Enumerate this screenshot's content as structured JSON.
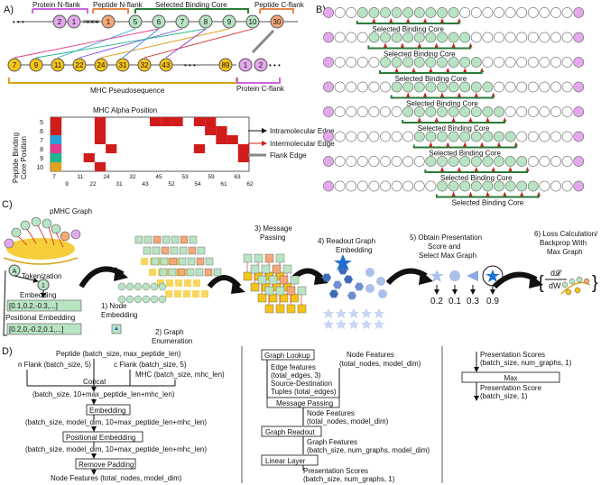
{
  "panels": {
    "a": "A)",
    "b": "B)",
    "c": "C)",
    "d": "D)"
  },
  "panel_a": {
    "protein_n_flank": "Protein N-flank",
    "peptide_n_flank": "Peptide N-flank",
    "selected_binding_core": "Selected Binding Core",
    "peptide_c_flank": "Peptide C-flank",
    "protein_c_flank": "Protein C-flank",
    "mhc_pseudosequence": "MHC Pseudosequence",
    "nodes_pink": [
      "2",
      "1"
    ],
    "node_peptide_n": "1",
    "nodes_core": [
      "5",
      "6",
      "7",
      "8",
      "9",
      "10"
    ],
    "node_peptide_c": "30",
    "nodes_mhc": [
      "7",
      "9",
      "11",
      "22",
      "24",
      "31",
      "32",
      "43",
      "89"
    ],
    "nodes_protein_c": [
      "1",
      "2"
    ],
    "ellipsis": "• • •",
    "heatmap": {
      "title": "MHC Alpha Position",
      "ylabel_line1": "Peptide Binding",
      "ylabel_line2": "Core Position",
      "y_ticks": [
        "5",
        "6",
        "7",
        "8",
        "9",
        "10"
      ],
      "x_ticks_top": [
        "7",
        "11",
        "24",
        "32",
        "45",
        "53",
        "59",
        "63"
      ],
      "x_ticks_bottom": [
        "9",
        "22",
        "31",
        "43",
        "52",
        "54",
        "61",
        "62"
      ]
    },
    "legend": {
      "intramolecular": "Intramolecular Edge",
      "intermolecular": "Intermolecular Edge",
      "flank": "Flank Edge"
    }
  },
  "panel_b": {
    "core_label": "Selected Binding Core"
  },
  "panel_c": {
    "pmhc_graph": "pMHC Graph",
    "tokenization": "Tokenization",
    "embedding": "Embedding",
    "embedding_vec": "[0.1,0.2,-0.3,...]",
    "positional_embedding": "Positional Embedding",
    "positional_vec": "[0.2,0,-0.2,0.1,...]",
    "step1_line1": "1) Node",
    "step1_line2": "Embedding",
    "step2_line1": "2) Graph",
    "step2_line2": "Enumeration",
    "step3_line1": "3) Message",
    "step3_line2": "Passing",
    "step4_line1": "4) Readout Graph",
    "step4_line2": "Embedding",
    "step5_line1": "5) Obtain Presentation",
    "step5_line2": "Score and",
    "step5_line3": "Select Max Graph",
    "step6_line1": "6) Loss Calculation/",
    "step6_line2": "Backprop With",
    "step6_line3": "Max Graph",
    "scores": [
      "0.2",
      "0.1",
      "0.3",
      "0.9"
    ],
    "deriv_top": "d𝓛",
    "deriv_bottom": "dW",
    "token_a": "A",
    "token_1": "1"
  },
  "panel_d": {
    "col1": {
      "peptide": "Peptide (batch_size, max_peptide_len)",
      "n_flank": "n Flank (batch_size, 5)",
      "c_flank": "c Flank (batch_size, 5)",
      "mhc": "MHC (batch_size, mhc_len)",
      "concat": "Concat",
      "concat_shape": "(batch_size,   10+max_peptide_len+mhc_len)",
      "embedding": "Embedding",
      "embedding_shape": "(batch_size, model_dim, 10+max_peptide_len+mhc_len)",
      "positional": "Positional Embedding",
      "positional_shape": "(batch_size, model_dim, 10+max_peptide_len+mhc_len)",
      "remove_padding": "Remove Padding",
      "node_features": "Node Features (total_nodes, model_dim)"
    },
    "col2": {
      "graph_lookup": "Graph Lookup",
      "node_features_in": "Node Features",
      "node_features_in_shape": "(total_nodes, model_dim)",
      "edge_features": "Edge features",
      "edge_shape": "(total_edges, 3)",
      "source_dest": "Source-Destination",
      "tuples": "Tuples (total_edges)",
      "message_passing": "Message Passing",
      "node_features_out": "Node Features",
      "node_features_out_shape": "(total_nodes, model_dim)",
      "graph_readout": "Graph Readout",
      "graph_features": "Graph Features",
      "graph_features_shape": "(batch_size, num_graphs, model_dim)",
      "linear_layer": "Linear Layer",
      "presentation_scores": "Presentation Scores",
      "presentation_scores_shape": "(batch_size, num_graphs, 1)"
    },
    "col3": {
      "presentation_scores": "Presentation Scores",
      "presentation_scores_shape": "(batch_size, num_graphs, 1)",
      "max": "Max",
      "presentation_score": "Presentation Score",
      "presentation_score_shape": "(batch_size, 1)"
    }
  },
  "colors": {
    "green": "#b9e4c4",
    "pink": "#e4a8ec",
    "orange": "#f2a878",
    "yellow": "#f5c418",
    "red": "#d11c1c",
    "darkgreen": "#2c7a3a",
    "gold": "#d6a418",
    "blue": "#1f6ed4"
  }
}
